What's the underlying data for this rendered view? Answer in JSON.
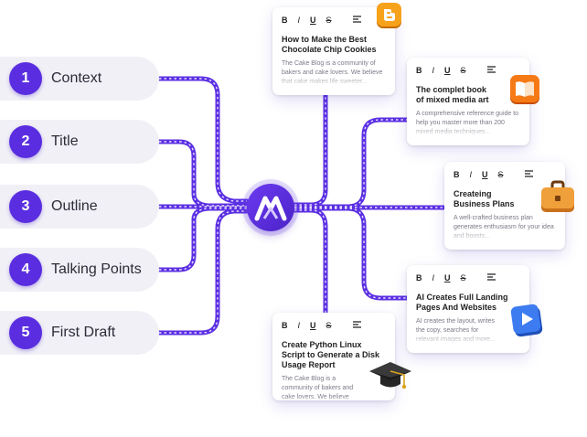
{
  "steps": [
    {
      "num": "1",
      "label": "Context"
    },
    {
      "num": "2",
      "label": "Title"
    },
    {
      "num": "3",
      "label": "Outline"
    },
    {
      "num": "4",
      "label": "Talking Points"
    },
    {
      "num": "5",
      "label": "First Draft"
    }
  ],
  "toolbar": {
    "bold": "B",
    "italic": "I",
    "underline": "U",
    "strike": "S"
  },
  "cards": [
    {
      "title": "How to Make the Best Chocolate Chip Cookies",
      "desc": "The Cake Blog is a community of bakers and cake lovers. We believe that cake makes life sweeter...",
      "icon": "blogger-icon"
    },
    {
      "title": "The complet book of mixed media art",
      "desc": "A comprehensive reference guide to help you master more than 200 mixed media techniques...",
      "icon": "book-icon"
    },
    {
      "title": "Createing Business Plans",
      "desc": "A well-crafted business plan generates enthusiasm for your idea and boosts...",
      "icon": "briefcase-icon"
    },
    {
      "title": "AI Creates Full Landing Pages And Websites",
      "desc": "AI creates the layout, writes the copy, searches for relevant images and more...",
      "icon": "play-button-icon"
    },
    {
      "title": "Create Python Linux Script to Generate a Disk Usage Report",
      "desc": "The Cake Blog is a community of bakers and cake lovers. We believe that...",
      "icon": "graduation-cap-icon"
    }
  ],
  "colors": {
    "accent": "#5a2ee0",
    "wire": "#5b2fe3",
    "step_bg": "#f1f0f6"
  }
}
